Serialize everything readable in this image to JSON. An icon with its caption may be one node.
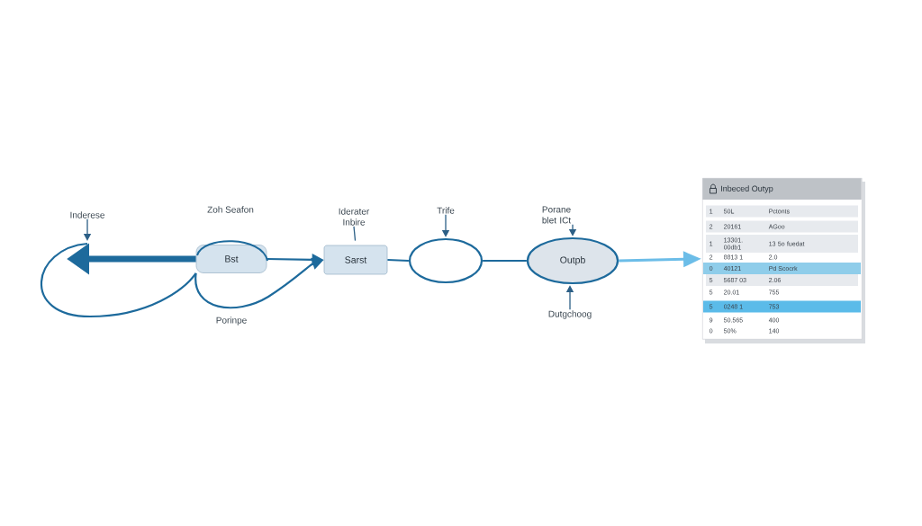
{
  "diagram": {
    "nodes": [
      {
        "text": [
          "Inderese"
        ]
      },
      {
        "text": [
          "Zoh Seafon"
        ]
      },
      {
        "text": [
          "Bst"
        ]
      },
      {
        "text": [
          "Iderater Inbire"
        ]
      },
      {
        "text": [
          "Sarst"
        ]
      },
      {
        "text": [
          "Trife"
        ]
      },
      {
        "text": [],
        "shape": "ellipse"
      },
      {
        "text": [
          "Porane blet ICt"
        ]
      },
      {
        "text": [
          "Outpb"
        ]
      },
      {
        "text": [
          "Dutgchoog"
        ]
      },
      {
        "text": [
          "Inbeced Outyp"
        ]
      }
    ],
    "edges": [
      {
        "from": 0,
        "to": null,
        "arrow": "to"
      },
      {
        "from": 2,
        "to": null,
        "arrow": "to",
        "style": "thick"
      },
      {
        "from": null,
        "to": 2,
        "arrow": "none"
      },
      {
        "from": 2,
        "to": 4,
        "arrow": "to"
      },
      {
        "from": 2,
        "to": 4,
        "arrow": "to"
      },
      {
        "from": 3,
        "to": 4,
        "arrow": "none"
      },
      {
        "from": 4,
        "to": 6,
        "arrow": "none"
      },
      {
        "from": 5,
        "to": 6,
        "arrow": "to"
      },
      {
        "from": 6,
        "to": 8,
        "arrow": "none"
      },
      {
        "from": 7,
        "to": 8,
        "arrow": "to"
      },
      {
        "from": 9,
        "to": 8,
        "arrow": "to"
      },
      {
        "from": 8,
        "to": 10,
        "arrow": "to",
        "color": "#6cbde8"
      }
    ],
    "labels": [
      "Porinpe",
      "1",
      "50L",
      "Pctonts",
      "2",
      "20161",
      "AGoo",
      "1",
      "13301. 00db1",
      "13 5o fuedat",
      "2",
      "8813 1",
      "2.0",
      "0",
      "40121",
      "Pd Scocrk",
      "5",
      "5687 03",
      "2.06",
      "5",
      "20.01",
      "755",
      "5",
      "0248 1",
      "753",
      "9",
      "50.565",
      "400",
      "0",
      "50%",
      "140"
    ]
  }
}
